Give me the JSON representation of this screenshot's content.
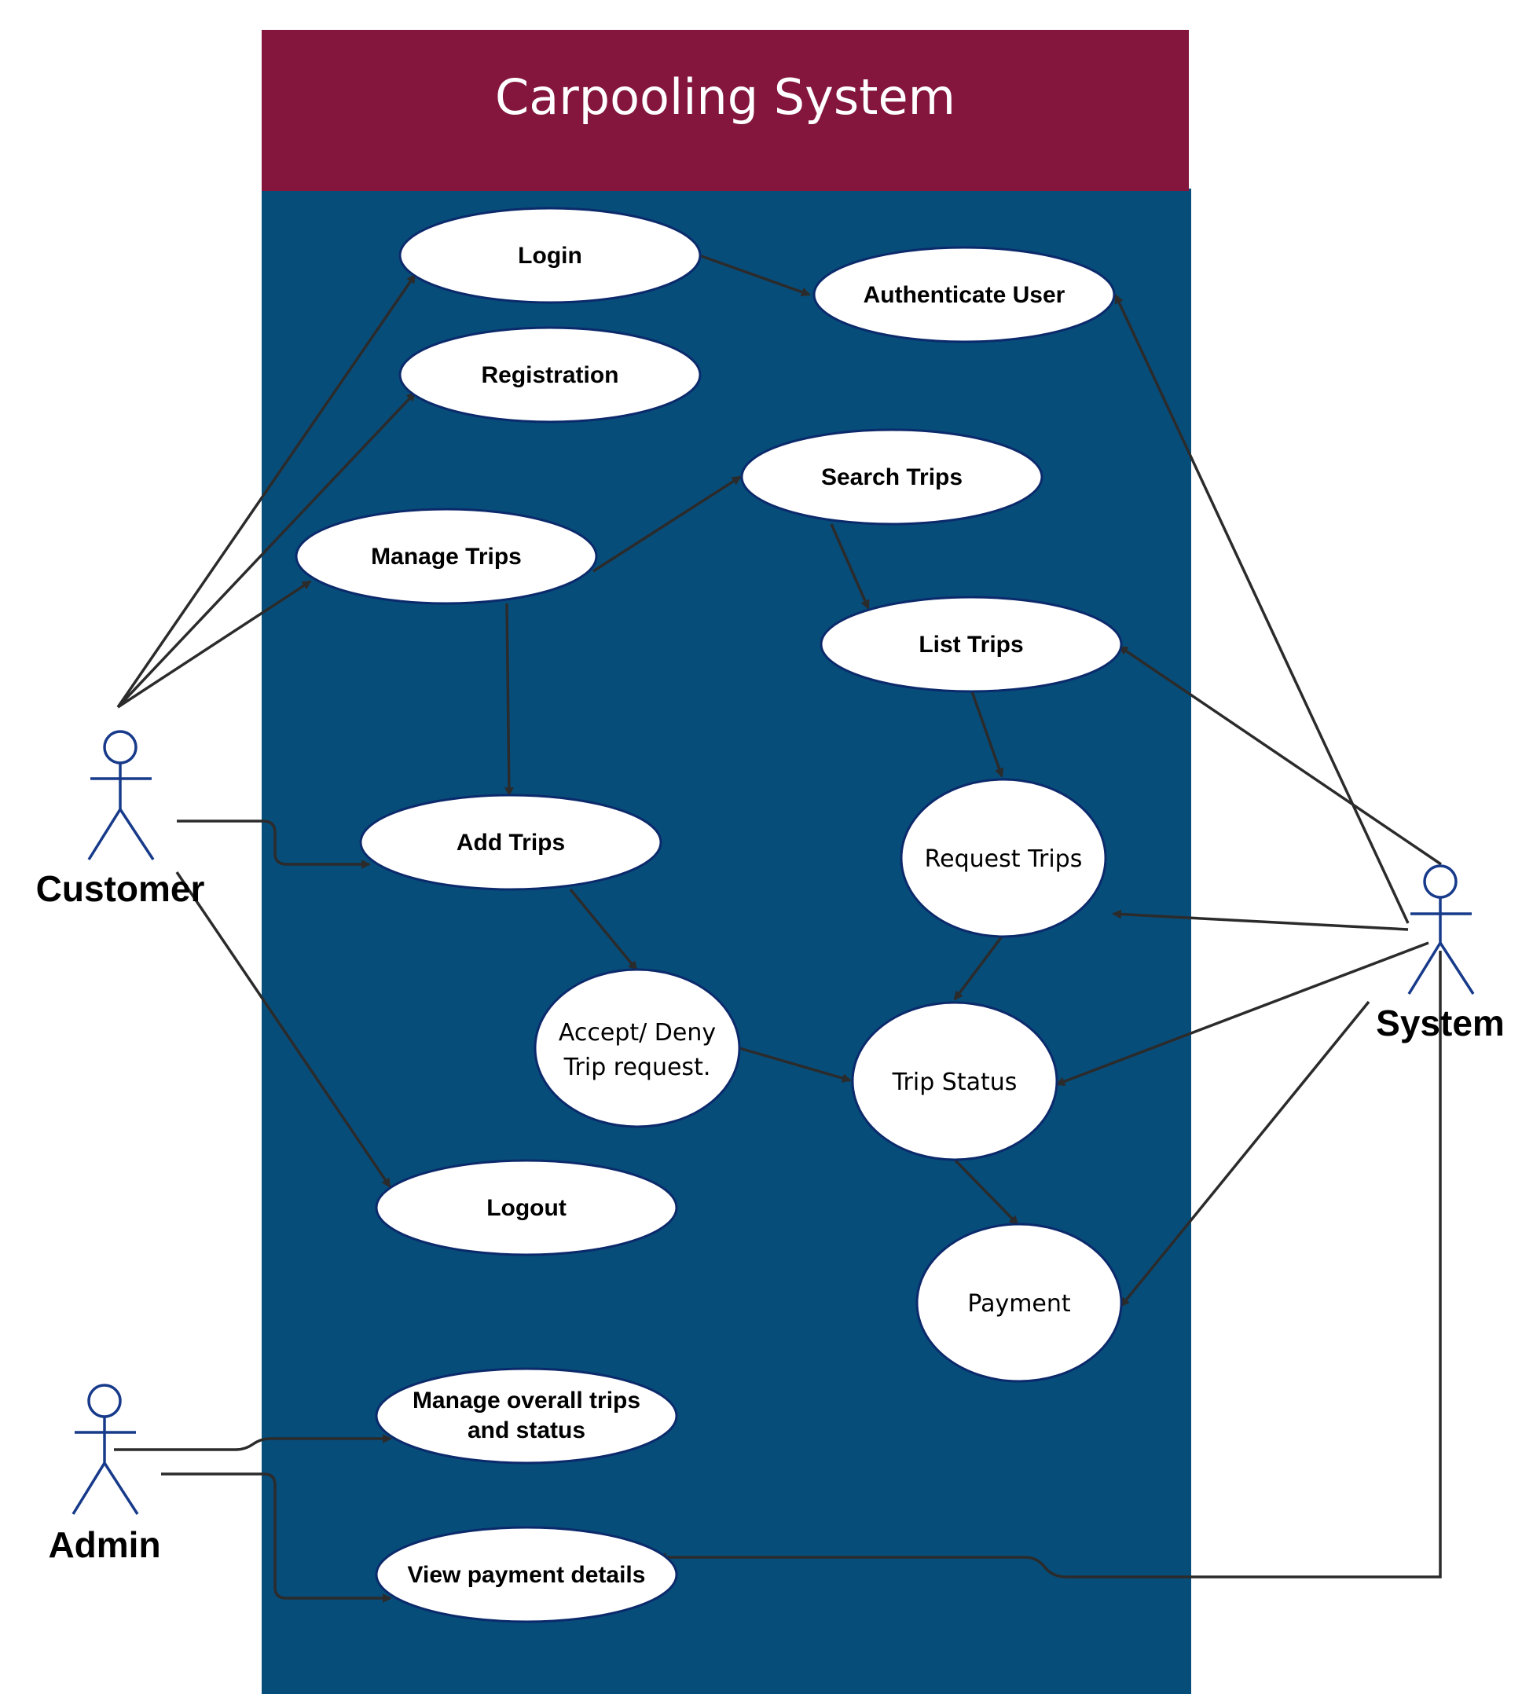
{
  "diagram": {
    "title": "Carpooling System",
    "colors": {
      "title_band": "#84163d",
      "system_boundary": "#074d7a",
      "use_case_fill": "#ffffff",
      "actor_stroke": "#173a8a",
      "edge": "#2b2b2b"
    },
    "actors": {
      "customer": "Customer",
      "system": "System",
      "admin": "Admin"
    },
    "use_cases": {
      "login": "Login",
      "authenticate_user": "Authenticate User",
      "registration": "Registration",
      "search_trips": "Search Trips",
      "manage_trips": "Manage Trips",
      "list_trips": "List Trips",
      "add_trips": "Add Trips",
      "request_trips": "Request Trips",
      "accept_deny": [
        "Accept/ Deny",
        "Trip request."
      ],
      "trip_status": "Trip Status",
      "logout": "Logout",
      "payment": "Payment",
      "manage_overall": [
        "Manage overall trips",
        "and status"
      ],
      "view_payment": "View payment details"
    }
  }
}
